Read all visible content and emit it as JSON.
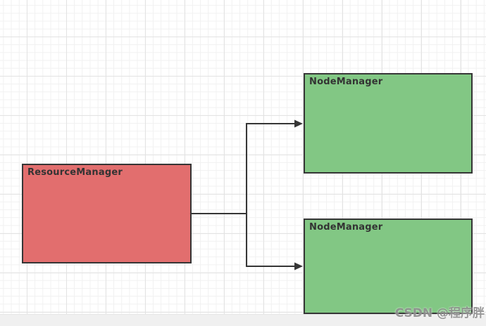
{
  "diagram": {
    "type": "flowchart",
    "nodes": [
      {
        "id": "resource-manager",
        "label": "ResourceManager",
        "fill": "#e26e6e"
      },
      {
        "id": "node-manager-top",
        "label": "NodeManager",
        "fill": "#82c784"
      },
      {
        "id": "node-manager-bottom",
        "label": "NodeManager",
        "fill": "#82c784"
      }
    ],
    "edges": [
      {
        "from": "ResourceManager",
        "to": "NodeManager (top)",
        "style": "elbow",
        "arrow": "filled-triangle"
      },
      {
        "from": "ResourceManager",
        "to": "NodeManager (bottom)",
        "style": "elbow",
        "arrow": "filled-triangle"
      }
    ],
    "colors": {
      "node_border": "#363636",
      "connector": "#363636",
      "label_text": "#333333",
      "canvas_bg": "#ffffff",
      "grid_minor": "#f1f1f1",
      "grid_major": "#e3e3e3",
      "bottom_strip": "#f0f0f0"
    }
  },
  "watermark": {
    "text": "CSDN @程序胖"
  }
}
